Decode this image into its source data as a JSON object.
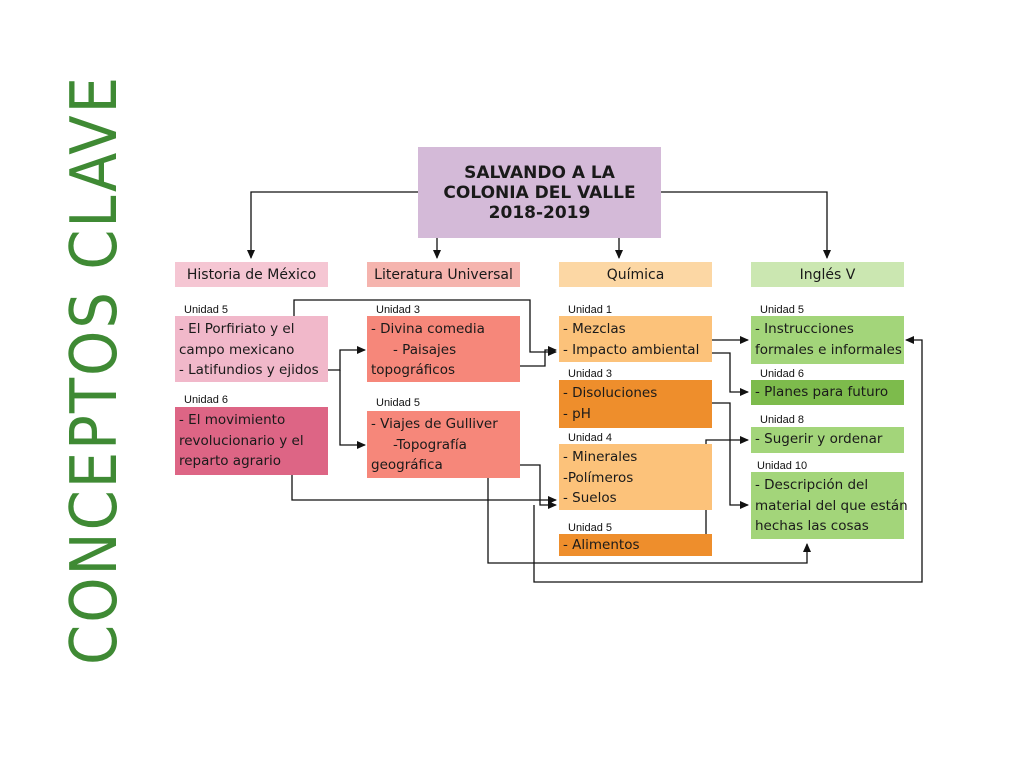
{
  "side_title": "CONCEPTOS CLAVE",
  "main": {
    "title_lines": [
      "SALVANDO  A LA",
      "COLONIA DEL VALLE",
      "2018-2019"
    ]
  },
  "subjects": [
    {
      "name": "Historia de México",
      "color": "#f5c6d3"
    },
    {
      "name": "Literatura Universal",
      "color": "#f5b4ae"
    },
    {
      "name": "Química",
      "color": "#fcd7a4"
    },
    {
      "name": "Inglés V",
      "color": "#cbe7b1"
    }
  ],
  "boxes": {
    "hist_u5": {
      "unit": "Unidad 5",
      "lines": [
        "- El Porfiriato y el",
        "campo mexicano",
        "- Latifundios y ejidos"
      ],
      "color": "#f1b8ca"
    },
    "hist_u6": {
      "unit": "Unidad 6",
      "lines": [
        "- El movimiento",
        "revolucionario y el",
        "reparto agrario"
      ],
      "color": "#dd6585"
    },
    "lit_u3": {
      "unit": "Unidad 3",
      "lines": [
        "- Divina comedia",
        "- Paisajes",
        "topográficos"
      ],
      "color": "#f6877a"
    },
    "lit_u5": {
      "unit": "Unidad 5",
      "lines": [
        "- Viajes de Gulliver",
        "-Topografía",
        "geográfica"
      ],
      "color": "#f6877a"
    },
    "qui_u1": {
      "unit": "Unidad 1",
      "lines": [
        "- Mezclas",
        "- Impacto ambiental"
      ],
      "color": "#fcc27a"
    },
    "qui_u3": {
      "unit": "Unidad 3",
      "lines": [
        "- Disoluciones",
        "- pH"
      ],
      "color": "#ee8e2c"
    },
    "qui_u4": {
      "unit": "Unidad 4",
      "lines": [
        "- Minerales",
        "-Polímeros",
        "- Suelos"
      ],
      "color": "#fcc27a"
    },
    "qui_u5": {
      "unit": "Unidad 5",
      "lines": [
        "- Alimentos"
      ],
      "color": "#ee8e2c"
    },
    "ing_u5": {
      "unit": "Unidad 5",
      "lines": [
        "- Instrucciones",
        "formales e informales"
      ],
      "color": "#a3d57a"
    },
    "ing_u6": {
      "unit": "Unidad 6",
      "lines": [
        "- Planes para futuro"
      ],
      "color": "#7dbb4c"
    },
    "ing_u8": {
      "unit": "Unidad 8",
      "lines": [
        "- Sugerir y ordenar"
      ],
      "color": "#a3d57a"
    },
    "ing_u10": {
      "unit": "Unidad 10",
      "lines": [
        "- Descripción del",
        "material del que están",
        "hechas las cosas"
      ],
      "color": "#a3d57a"
    }
  }
}
